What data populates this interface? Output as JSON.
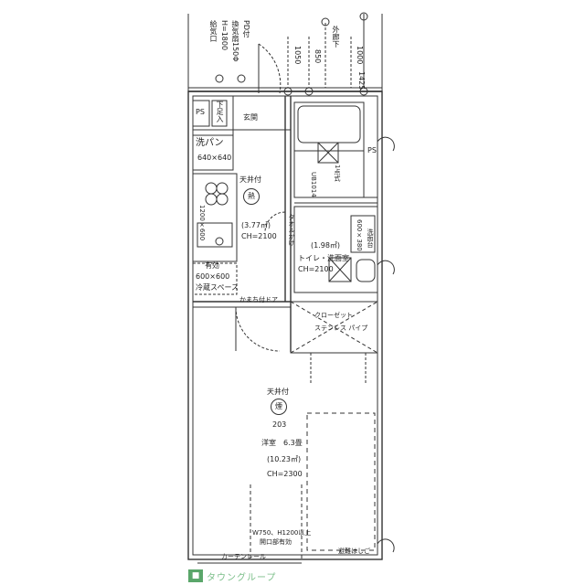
{
  "labels": {
    "vent": "給気口",
    "vent_h": "H=1800",
    "vent_fan": "換気扇150Φ",
    "vent_pd": "PD付",
    "dim_1050": "1050",
    "dim_850": "850",
    "dim_1000": "1000",
    "dim_1425": "1425",
    "corridor": "外廊下",
    "ps_top": "PS",
    "ps_right": "PS",
    "entrance": "玄関",
    "shoebox": "下足入",
    "washer": "洗パン",
    "washer_size": "640×640",
    "ceiling_heat": "天井付",
    "heat_mark": "熱",
    "kitchen_area": "(3.77㎡)",
    "kitchen_ch": "CH=2100",
    "sink_size": "1200×600",
    "valid": "有効",
    "valid_size": "600×600",
    "fridge": "冷蔵スペース",
    "ub": "UB1014",
    "ub_sub": "1点式",
    "toilet_area": "(1.98㎡)",
    "toilet": "トイレ・洗面室",
    "toilet_ch": "CH=2100",
    "basin_size": "600×380",
    "basin": "洗面台",
    "towel": "タオルかけ",
    "bath_door": "かまち付ドア",
    "closet": "クローゼット",
    "pipe": "ステンレス パイプ",
    "ceiling_smoke": "天井付",
    "smoke_mark": "煙",
    "room_no": "203",
    "room": "洋室　6.3畳",
    "room_area": "(10.23㎡)",
    "room_ch": "CH=2300",
    "opening": "W750、H1200以上",
    "opening2": "開口部有効",
    "curtain": "カーテンレール",
    "evac": "避難はしご",
    "logo": "タウングループ"
  }
}
